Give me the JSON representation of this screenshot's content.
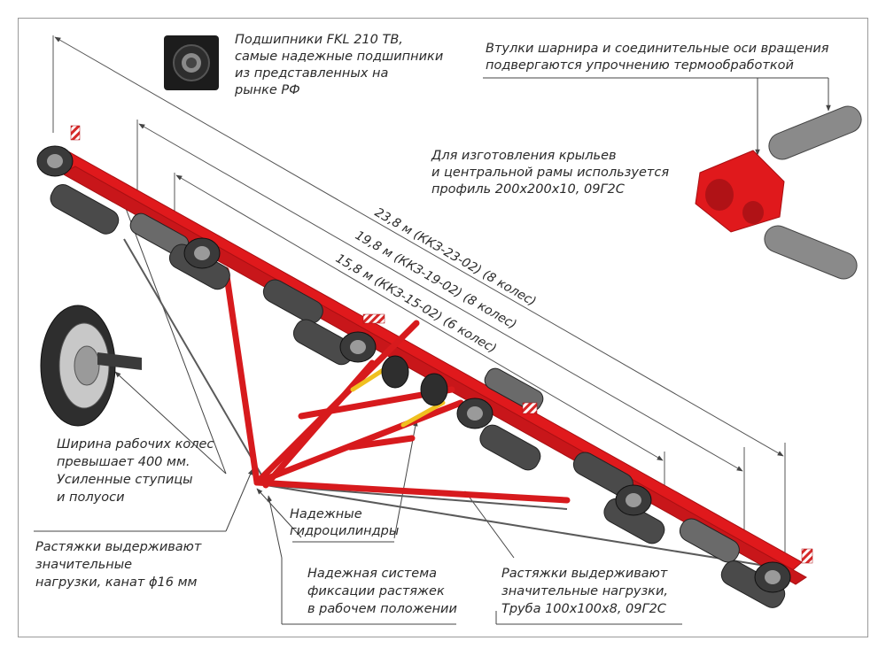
{
  "callouts": {
    "bearings": [
      "Подшипники FKL 210 TB,",
      "самые надежные подшипники",
      "из представленных на",
      "рынке РФ"
    ],
    "bushings": [
      "Втулки шарнира и соединительные оси вращения",
      "подвергаются упрочнению термообработкой"
    ],
    "profile": [
      "Для изготовления крыльев",
      "и центральной рамы используется",
      "профиль 200х200х10, 09Г2С"
    ],
    "wheels": [
      "Ширина рабочих колес",
      "превышает 400 мм.",
      "Усиленные ступицы",
      "и полуоси"
    ],
    "cylinders": [
      "Надежные",
      "гидроцилиндры"
    ],
    "stays_cable": [
      "Растяжки выдерживают",
      "значительные",
      "нагрузки, канат ϕ16 мм"
    ],
    "fixation": [
      "Надежная система",
      "фиксации растяжек",
      "в рабочем положении"
    ],
    "stays_pipe": [
      "Растяжки выдерживают",
      "значительные нагрузки,",
      "Труба 100х100х8, 09Г2С"
    ]
  },
  "dimensions": {
    "d1": "23,8 м    (ККЗ-23-02) (8 колес)",
    "d2": "19,8 м    (ККЗ-19-02) (8 колес)",
    "d3": "15,8 м    (ККЗ-15-02) (6 колес)"
  },
  "colors": {
    "frame_red": "#e0191c",
    "dark_red": "#a90f12",
    "tire": "#3a3a3a",
    "roller": "#4a4a4a",
    "line": "#444444"
  }
}
